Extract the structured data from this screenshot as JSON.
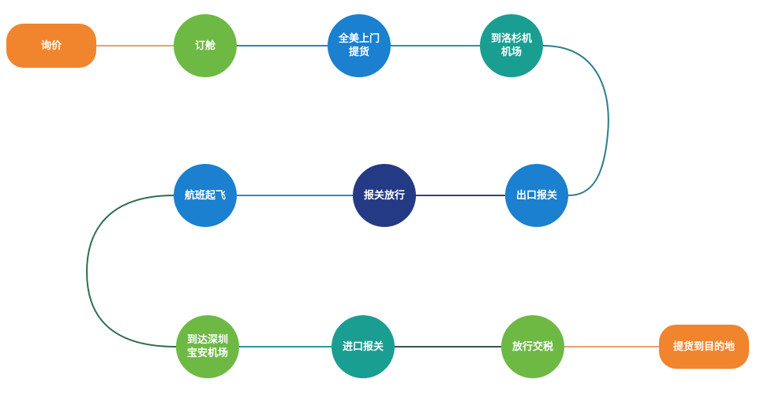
{
  "colors": {
    "orange": "#F0852E",
    "green": "#6DB944",
    "blue": "#1A80CF",
    "teal": "#1B9E92",
    "navy": "#253A85"
  },
  "nodes": [
    {
      "label": "询价",
      "color": "orange"
    },
    {
      "label": "订舱",
      "color": "green"
    },
    {
      "label": "全美上门提货",
      "color": "blue"
    },
    {
      "label": "到洛杉机机场",
      "color": "teal"
    },
    {
      "label": "出口报关",
      "color": "blue"
    },
    {
      "label": "报关放行",
      "color": "navy"
    },
    {
      "label": "航班起飞",
      "color": "blue"
    },
    {
      "label": "到达深圳宝安机场",
      "color": "green"
    },
    {
      "label": "进口报关",
      "color": "teal"
    },
    {
      "label": "放行交税",
      "color": "green"
    },
    {
      "label": "提货到目的地",
      "color": "orange"
    }
  ]
}
